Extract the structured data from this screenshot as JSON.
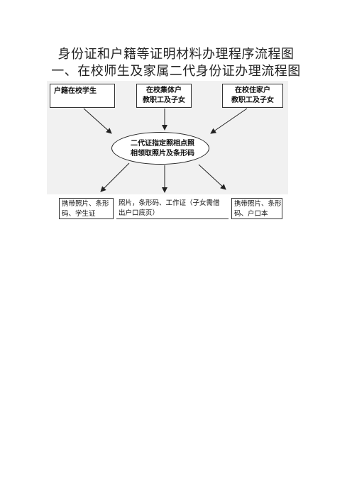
{
  "titles": {
    "main": "身份证和户籍等证明材料办理程序流程图",
    "section": "一、在校师生及家属二代身份证办理流程图"
  },
  "top_boxes": {
    "left": [
      "户籍在校学生"
    ],
    "middle": [
      "在校集体户",
      "教职工及子女"
    ],
    "right": [
      "在校住家户",
      "教职工及子女"
    ]
  },
  "center": [
    "二代证指定照相点照",
    "相领取照片及条形码"
  ],
  "bottom_boxes": {
    "left": [
      "携带照片、条形",
      "码、学生证"
    ],
    "middle": [
      "照片，条形码、工作证（子女需借",
      "出户口底页）"
    ],
    "right": [
      "携带照片、条形",
      "码、户口本"
    ]
  }
}
